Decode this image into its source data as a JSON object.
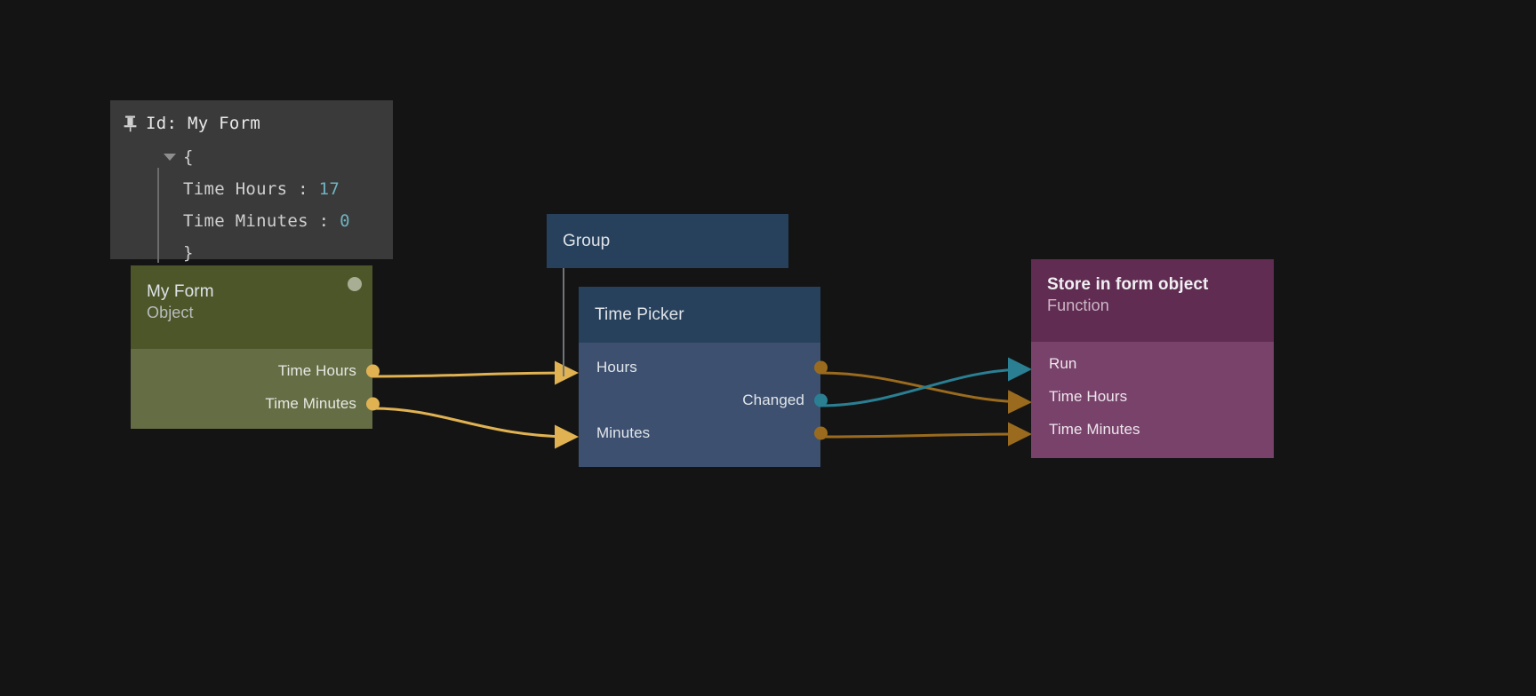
{
  "canvas": {
    "background": "#141414"
  },
  "inspector": {
    "pin_icon": "pin-icon",
    "title": "Id: My Form",
    "open_brace": "{",
    "close_brace": "}",
    "properties": [
      {
        "key": "Time Hours : ",
        "value": "17"
      },
      {
        "key": "Time Minutes : ",
        "value": "0"
      }
    ],
    "accent": "#6fb3c0"
  },
  "nodes": {
    "myform": {
      "title": "My Form",
      "subtitle": "Object",
      "header_color": "#4c5629",
      "body_color": "#656d45",
      "status_dot_color": "#a8ae93",
      "outputs": [
        {
          "label": "Time Hours",
          "color": "#e0b252"
        },
        {
          "label": "Time Minutes",
          "color": "#e0b252"
        }
      ]
    },
    "group": {
      "title": "Group",
      "header_color": "#27415c"
    },
    "timepicker": {
      "title": "Time Picker",
      "header_color": "#27415c",
      "body_color": "#3d5070",
      "inputs": [
        {
          "label": "Hours"
        },
        {
          "label": "Minutes"
        }
      ],
      "outputs": [
        {
          "label": "",
          "color": "#9a6b1e"
        },
        {
          "label": "Changed",
          "color": "#2a7f93"
        },
        {
          "label": "",
          "color": "#9a6b1e"
        }
      ]
    },
    "store": {
      "title": "Store in form object",
      "subtitle": "Function",
      "header_color": "#602c52",
      "body_color": "#78426b",
      "inputs": [
        {
          "label": "Run",
          "color": "#2a7f93"
        },
        {
          "label": "Time Hours",
          "color": "#9a6b1e"
        },
        {
          "label": "Time Minutes",
          "color": "#9a6b1e"
        }
      ]
    }
  },
  "edges": [
    {
      "from": "myform.Time Hours",
      "to": "timepicker.Hours",
      "color": "#e0b252"
    },
    {
      "from": "myform.Time Minutes",
      "to": "timepicker.Minutes",
      "color": "#e0b252"
    },
    {
      "from": "timepicker.out-top",
      "to": "store.Time Hours",
      "color": "#9a6b1e"
    },
    {
      "from": "timepicker.Changed",
      "to": "store.Run",
      "color": "#2a7f93"
    },
    {
      "from": "timepicker.out-bottom",
      "to": "store.Time Minutes",
      "color": "#9a6b1e"
    }
  ]
}
